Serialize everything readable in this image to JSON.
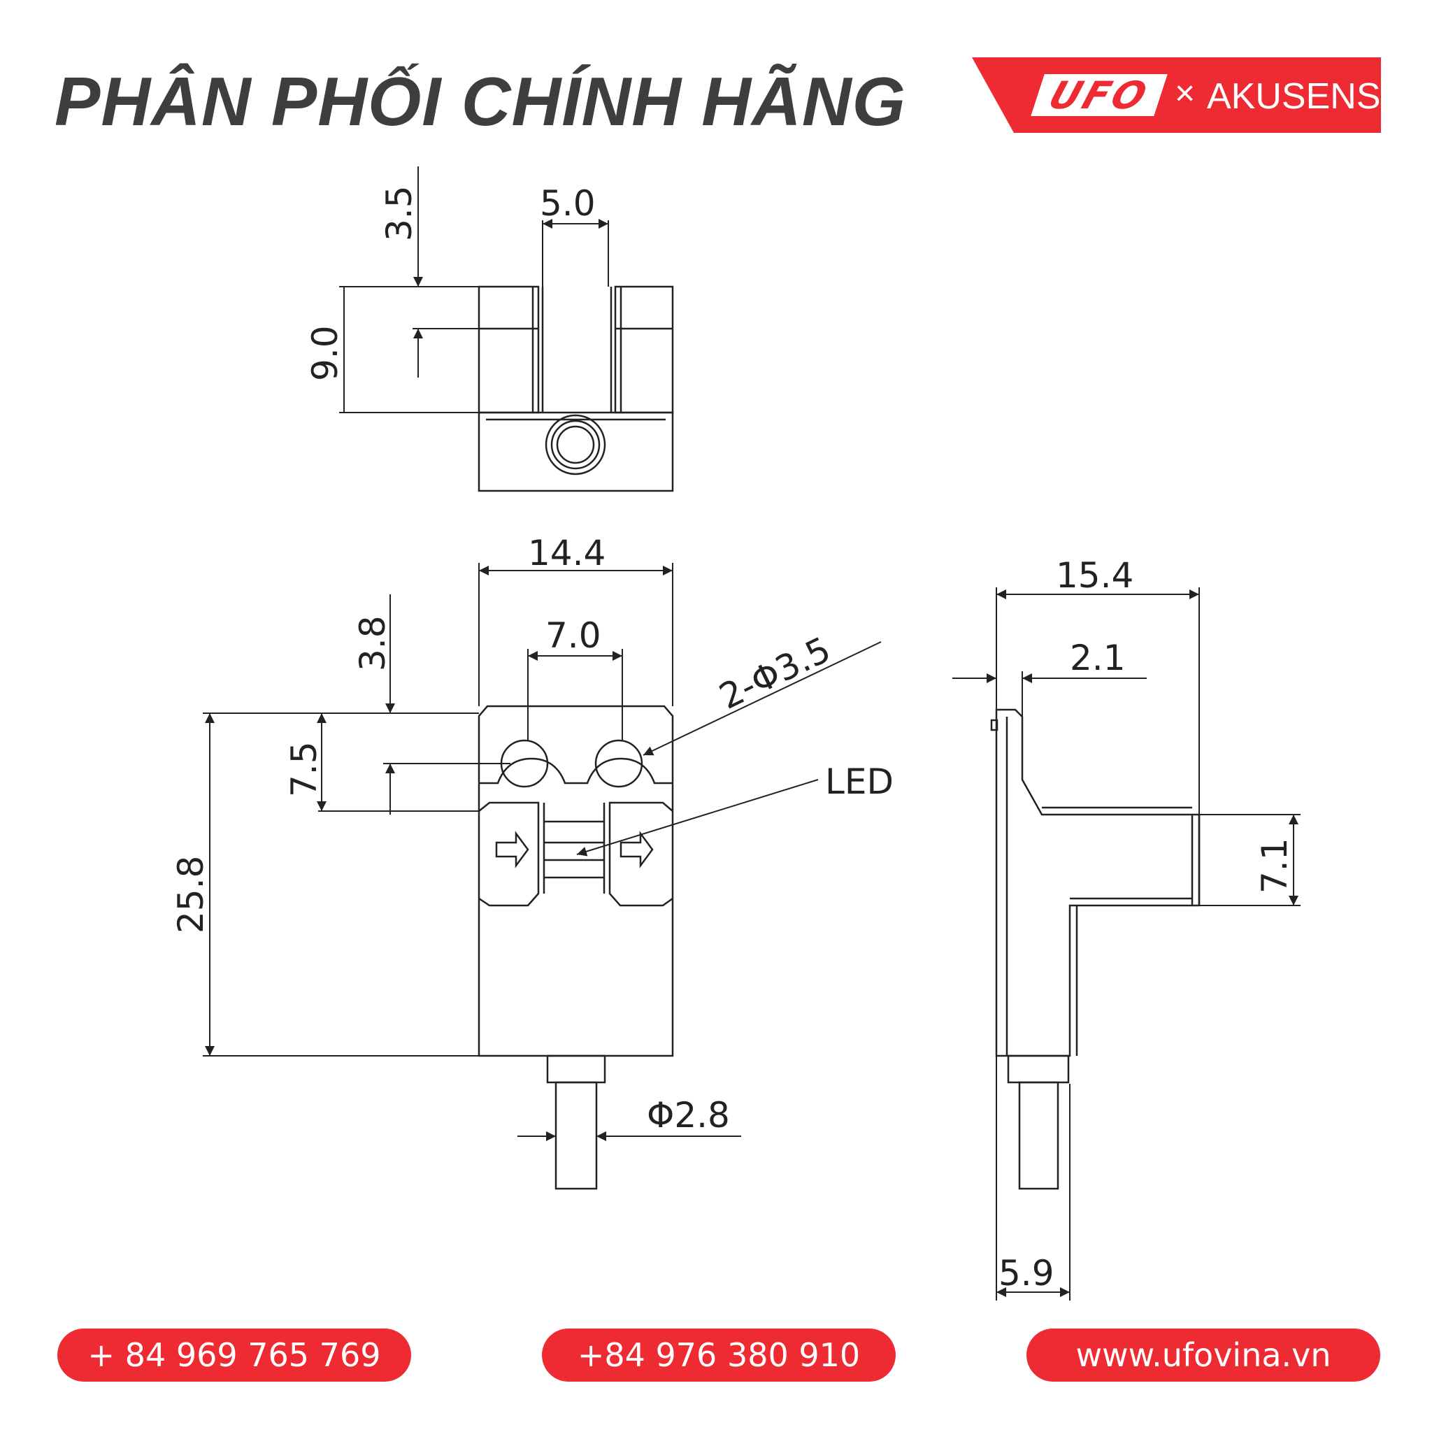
{
  "header": {
    "headline": "PHÂN PHỐI CHÍNH HÃNG",
    "brand_logo": "UFO",
    "brand_separator": "×",
    "brand_partner": "AKUSENSE",
    "accent_color": "#ee2a32"
  },
  "drawing": {
    "top_view": {
      "dim_slot_depth": "3.5",
      "dim_slot_width": "5.0",
      "dim_height": "9.0"
    },
    "front_view": {
      "dim_width": "14.4",
      "dim_hole_spacing": "7.0",
      "dim_hole_offset": "3.8",
      "dim_hole_section": "7.5",
      "dim_holes": "2-Φ3.5",
      "label_led": "LED",
      "dim_total_height": "25.8",
      "dim_cable": "Φ2.8"
    },
    "side_view": {
      "dim_width": "15.4",
      "dim_lip": "2.1",
      "dim_slot": "7.1",
      "dim_base": "5.9"
    }
  },
  "footer": {
    "phone_1": "+ 84 969 765 769",
    "phone_2": "+84 976 380 910",
    "website": "www.ufovina.vn"
  }
}
